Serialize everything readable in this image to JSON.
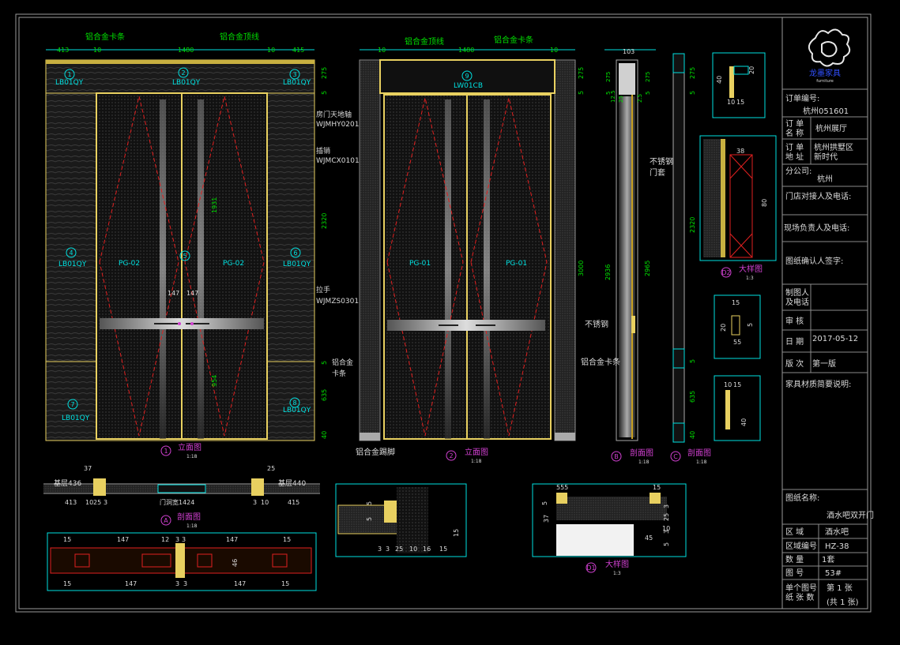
{
  "colors": {
    "background": "#000000",
    "frame": "#9a9a9a",
    "gold": "#e8d060",
    "cyan": "#00e0e0",
    "green": "#00e000",
    "red": "#e02020",
    "magenta": "#d040d0",
    "blue": "#3050ff",
    "white": "#dcdcdc"
  },
  "elevation1": {
    "top_label_left": "铝合金卡条",
    "top_label_right": "铝合金顶线",
    "dims_top": [
      "413",
      "10",
      "1480",
      "10",
      "415"
    ],
    "panel_codes": [
      "LB01QY",
      "LB01QY",
      "LB01QY",
      "LB01QY",
      "LB01QY",
      "LB01QY",
      "LB01QY"
    ],
    "panel_nums": [
      "1",
      "2",
      "3",
      "4",
      "5",
      "6",
      "7",
      "8"
    ],
    "door_codes": [
      "PG-02",
      "PG-02"
    ],
    "dims_right": [
      "275",
      "5",
      "2320",
      "5",
      "635",
      "40"
    ],
    "dims_inner": [
      "1931",
      "954",
      "147",
      "147"
    ],
    "callouts": [
      "房门天地轴",
      "WJMHY0201",
      "插销",
      "WJMCX0101",
      "拉手",
      "WJMZS0301",
      "铝合金",
      "卡条"
    ],
    "title": "立面图",
    "scale": "1:18",
    "marker": "1"
  },
  "elevation2": {
    "top_label_left": "铝合金顶线",
    "top_label_right": "铝合金卡条",
    "dims_top": [
      "10",
      "1480",
      "10"
    ],
    "code_top": "LW01CB",
    "code_num": "9",
    "door_codes": [
      "PG-01",
      "PG-01"
    ],
    "dims_right": [
      "275",
      "5",
      "3000",
      "2936",
      "2965"
    ],
    "callouts": [
      "不锈钢",
      "门套",
      "不锈钢",
      "铝合金卡条",
      "铝合金踢脚"
    ],
    "title": "立面图",
    "scale": "1:18",
    "marker": "2"
  },
  "section_b": {
    "dims_top": [
      "103"
    ],
    "dims_left": [
      "275",
      "5",
      "12.5",
      "25"
    ],
    "dims_right": [
      "275",
      "5",
      "2.5"
    ],
    "title": "剖面图",
    "scale": "1:18",
    "marker": "B"
  },
  "section_c": {
    "dims": [
      "275",
      "5",
      "2320",
      "5",
      "635",
      "40"
    ],
    "title": "剖面图",
    "scale": "1:18",
    "marker": "C"
  },
  "detail_d2": {
    "dims": [
      "40",
      "20",
      "10",
      "15",
      "38",
      "80"
    ],
    "title": "大样图",
    "scale": "1:3",
    "marker": "D2"
  },
  "detail_small": {
    "dims": [
      "15",
      "20",
      "5",
      "55",
      "10",
      "15",
      "40"
    ]
  },
  "section_a": {
    "label_left": "基层436",
    "label_right": "基层440",
    "dims_top": [
      "37",
      "25"
    ],
    "dims_bottom": [
      "413",
      "10",
      "25",
      "3",
      "门洞宽1424",
      "3",
      "10",
      "415"
    ],
    "title": "剖面图",
    "scale": "1:18",
    "marker": "A"
  },
  "plan_detail": {
    "dims_top": [
      "15",
      "147",
      "12",
      "3",
      "3",
      "147",
      "15"
    ],
    "dims_bottom": [
      "15",
      "147",
      "3",
      "3",
      "147",
      "15"
    ],
    "dims_side": [
      "46"
    ]
  },
  "detail_mid": {
    "dims": [
      "5",
      "5",
      "15",
      "3",
      "3",
      "25",
      "10",
      "16",
      "15"
    ]
  },
  "detail_d1": {
    "dims": [
      "555",
      "15",
      "37",
      "5",
      "3",
      "25",
      "3",
      "5",
      "10",
      "45"
    ],
    "title": "大样图",
    "scale": "1:3",
    "marker": "D1"
  },
  "title_block": {
    "logo_text": "龙墨家具",
    "logo_sub": "furniture",
    "order_no_label": "订单编号:",
    "order_no": "杭州051601",
    "order_name_label": "订 单\n名 称",
    "order_name": "杭州展厅",
    "order_addr_label": "订 单\n地 址",
    "order_addr": "杭州拱墅区\n新时代",
    "branch_label": "分公司:",
    "branch": "杭州",
    "store_contact_label": "门店对接人及电话:",
    "site_contact_label": "现场负责人及电话:",
    "confirm_label": "图纸确认人签字:",
    "drafter_label": "制图人\n及电话",
    "review_label": "审  核",
    "date_label": "日  期",
    "date": "2017-05-12",
    "version_label": "版  次",
    "version": "第一版",
    "material_label": "家具材质简要说明:",
    "drawing_name_label": "图纸名称:",
    "drawing_name": "酒水吧双开门",
    "area_label": "区  域",
    "area": "酒水吧",
    "area_code_label": "区域编号",
    "area_code": "HZ-38",
    "qty_label": "数    量",
    "qty": "1套",
    "fig_no_label": "图    号",
    "fig_no": "53#",
    "sheet_label": "单个图号\n纸 张 数",
    "sheet": "第 1 张",
    "sheet_total": "(共 1 张)"
  }
}
